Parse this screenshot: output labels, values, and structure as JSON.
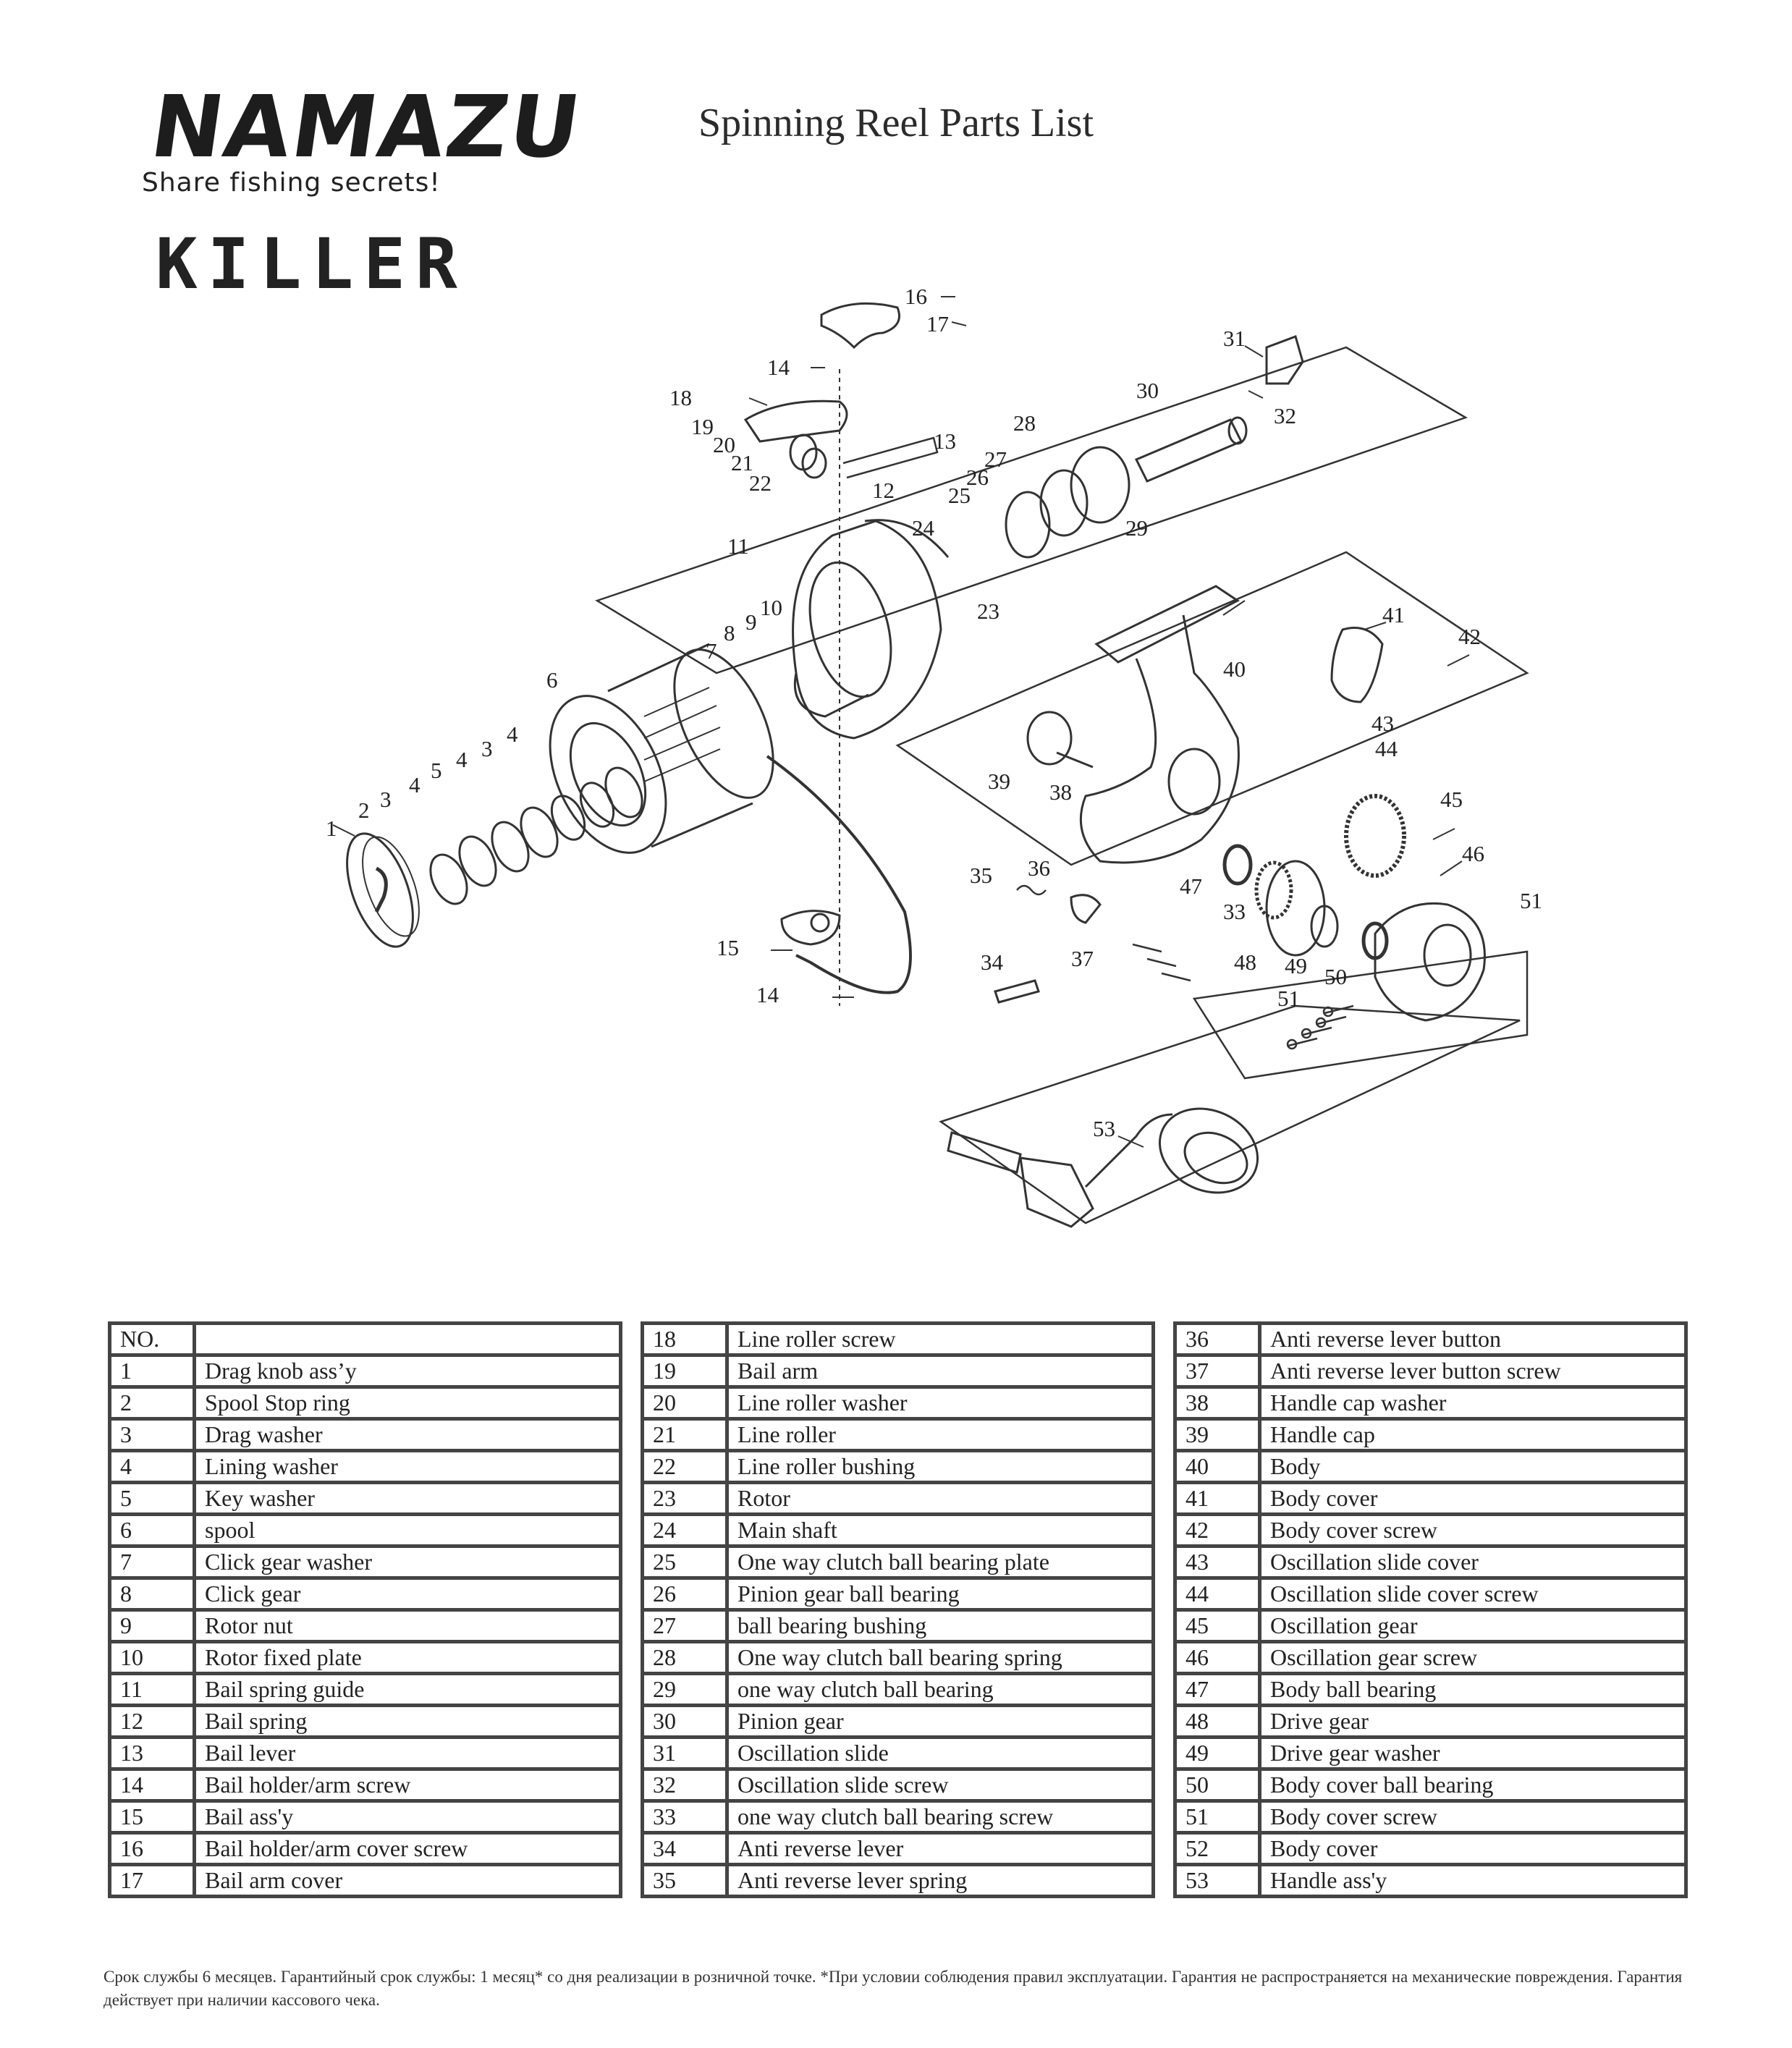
{
  "header": {
    "brand": "NAMAZU",
    "slogan": "Share fishing secrets!",
    "model": "KILLER",
    "title": "Spinning Reel Parts List"
  },
  "diagram": {
    "callouts": [
      "1",
      "2",
      "3",
      "4",
      "5",
      "4",
      "3",
      "4",
      "6",
      "7",
      "8",
      "9",
      "10",
      "11",
      "12",
      "13",
      "14",
      "15",
      "14",
      "16",
      "17",
      "18",
      "19",
      "20",
      "21",
      "22",
      "23",
      "24",
      "25",
      "26",
      "27",
      "28",
      "29",
      "30",
      "31",
      "32",
      "33",
      "34",
      "35",
      "36",
      "37",
      "38",
      "39",
      "40",
      "41",
      "42",
      "43",
      "44",
      "45",
      "46",
      "47",
      "48",
      "49",
      "50",
      "51",
      "51",
      "53"
    ]
  },
  "parts_table": {
    "header_no": "NO.",
    "header_name": "",
    "columns": [
      [
        {
          "no": "1",
          "name": "Drag knob ass’y"
        },
        {
          "no": "2",
          "name": "Spool Stop ring"
        },
        {
          "no": "3",
          "name": "Drag washer"
        },
        {
          "no": "4",
          "name": "Lining washer"
        },
        {
          "no": "5",
          "name": "Key washer"
        },
        {
          "no": "6",
          "name": "spool"
        },
        {
          "no": "7",
          "name": "Click gear washer"
        },
        {
          "no": "8",
          "name": "Click gear"
        },
        {
          "no": "9",
          "name": "Rotor nut"
        },
        {
          "no": "10",
          "name": "Rotor fixed plate"
        },
        {
          "no": "11",
          "name": "Bail spring guide"
        },
        {
          "no": "12",
          "name": "Bail spring"
        },
        {
          "no": "13",
          "name": "Bail lever"
        },
        {
          "no": "14",
          "name": "Bail holder/arm screw"
        },
        {
          "no": "15",
          "name": "Bail ass'y"
        },
        {
          "no": "16",
          "name": "Bail holder/arm cover screw"
        },
        {
          "no": "17",
          "name": "Bail arm cover"
        }
      ],
      [
        {
          "no": "18",
          "name": "Line roller screw"
        },
        {
          "no": "19",
          "name": "Bail arm"
        },
        {
          "no": "20",
          "name": "Line roller washer"
        },
        {
          "no": "21",
          "name": "Line roller"
        },
        {
          "no": "22",
          "name": "Line roller bushing"
        },
        {
          "no": "23",
          "name": "Rotor"
        },
        {
          "no": "24",
          "name": "Main shaft"
        },
        {
          "no": "25",
          "name": "One way clutch ball bearing plate"
        },
        {
          "no": "26",
          "name": "Pinion gear ball bearing"
        },
        {
          "no": "27",
          "name": "ball bearing bushing"
        },
        {
          "no": "28",
          "name": "One way clutch ball bearing spring"
        },
        {
          "no": "29",
          "name": "one way clutch ball bearing"
        },
        {
          "no": "30",
          "name": "Pinion gear"
        },
        {
          "no": "31",
          "name": "Oscillation slide"
        },
        {
          "no": "32",
          "name": "Oscillation slide screw"
        },
        {
          "no": "33",
          "name": "one way clutch ball bearing screw"
        },
        {
          "no": "34",
          "name": "Anti reverse lever"
        },
        {
          "no": "35",
          "name": "Anti reverse lever spring"
        }
      ],
      [
        {
          "no": "36",
          "name": "Anti reverse lever button"
        },
        {
          "no": "37",
          "name": "Anti reverse lever button screw"
        },
        {
          "no": "38",
          "name": "Handle cap washer"
        },
        {
          "no": "39",
          "name": "Handle cap"
        },
        {
          "no": "40",
          "name": "Body"
        },
        {
          "no": "41",
          "name": "Body cover"
        },
        {
          "no": "42",
          "name": "Body cover screw"
        },
        {
          "no": "43",
          "name": "Oscillation slide cover"
        },
        {
          "no": "44",
          "name": "Oscillation slide cover screw"
        },
        {
          "no": "45",
          "name": "Oscillation gear"
        },
        {
          "no": "46",
          "name": "Oscillation gear screw"
        },
        {
          "no": "47",
          "name": "Body ball bearing"
        },
        {
          "no": "48",
          "name": "Drive gear"
        },
        {
          "no": "49",
          "name": "Drive gear washer"
        },
        {
          "no": "50",
          "name": "Body cover ball bearing"
        },
        {
          "no": "51",
          "name": "Body cover  screw"
        },
        {
          "no": "52",
          "name": "Body cover"
        },
        {
          "no": "53",
          "name": "Handle ass'y"
        }
      ]
    ]
  },
  "footer": {
    "text": "Срок службы 6 месяцев. Гарантийный срок службы: 1 месяц* со дня реализации в розничной точке. *При условии соблюдения правил эксплуатации. Гарантия не распространяется на механические повреждения. Гарантия действует при наличии кассового чека."
  }
}
